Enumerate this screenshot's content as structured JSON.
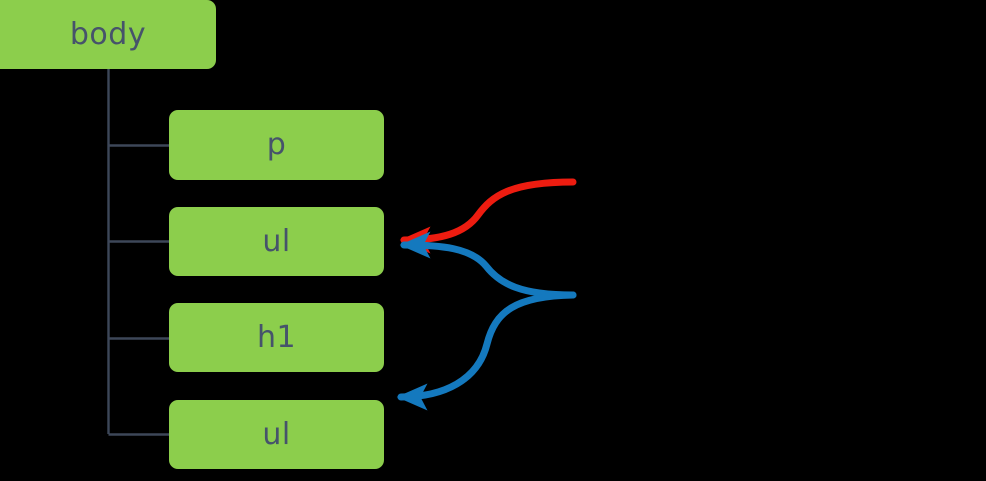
{
  "diagram": {
    "title": "DOM tree with element-selection arrows",
    "background_color": "#000000",
    "node_fill_color": "#8cce4c",
    "node_text_color": "#46536b",
    "connector_color": "#3d4759",
    "arrow_colors": {
      "red": "#ed1c10",
      "blue": "#1479be"
    }
  },
  "tree": {
    "root": {
      "id": "body",
      "label": "body"
    },
    "children": [
      {
        "id": "p",
        "label": "p"
      },
      {
        "id": "ul1",
        "label": "ul"
      },
      {
        "id": "h1",
        "label": "h1"
      },
      {
        "id": "ul2",
        "label": "ul"
      }
    ]
  },
  "annotations": [
    {
      "id": "red-arrow",
      "color": "#ed1c10",
      "targets": [
        "ul1"
      ],
      "description": "red curved arrow pointing to the first ul node"
    },
    {
      "id": "blue-arrow",
      "color": "#1479be",
      "targets": [
        "ul1",
        "ul2"
      ],
      "description": "blue forked curved arrow pointing to both ul nodes"
    }
  ]
}
